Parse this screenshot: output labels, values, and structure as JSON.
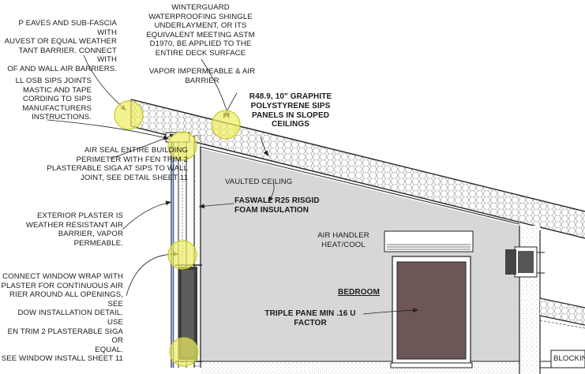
{
  "notes": {
    "eaves": "P EAVES AND SUB-FASCIA WITH\nAUVEST OR EQUAL WEATHER\nTANT BARRIER.  CONNECT WITH\nOF AND WALL AIR BARRIERS.",
    "osb": "LL OSB SIPS JOINTS\nMASTIC AND TAPE\nCORDING TO SIPS\nMANUFACTURERS\nINSTRUCTIONS.",
    "air_seal": "AIR SEAL ENTIRE BUILDING\nPERIMETER WITH FEN TRIM 2\nPLASTERABLE SIGA AT SIPS TO WALL\nJOINT, SEE DETAIL SHEET 11",
    "plaster": "EXTERIOR PLASTER IS\nWEATHER RESISTANT AIR\nBARRIER, VAPOR\nPERMEABLE.",
    "window_wrap": "CONNECT WINDOW WRAP WITH\nPLASTER FOR CONTINUOUS AIR\nRIER AROUND ALL OPENINGS, SEE\nDOW INSTALLATION DETAIL. USE\nEN TRIM 2 PLASTERABLE SIGA OR\nEQUAL.\nSEE WINDOW INSTALL SHEET 11",
    "underlayment": "WINTERGUARD\nWATERPROOFING SHINGLE\nUNDERLAYMENT, OR ITS\nEQUIVALENT MEETING ASTM\nD1970, BE APPLIED TO THE\nENTIRE DECK SURFACE",
    "vapor": "VAPOR IMPERMEABLE & AIR\nBARRIER",
    "sips": "R48.9, 10\" GRAPHITE\nPOLYSTYRENE SIPS\nPANELS IN SLOPED\nCEILINGS",
    "vaulted": "VAULTED CEILING",
    "faswall": "FASWALL R25 RISGID\nFOAM INSULATION",
    "air_handler": "AIR HANDLER\nHEAT/COOL",
    "bedroom": "BEDROOM",
    "triple_pane": "TRIPLE PANE MIN .16 U\nFACTOR",
    "blocking": "BLOCKIN"
  },
  "colors": {
    "wall_fill": "#d7d7d7",
    "highlight": "#ecec60",
    "sip_hatch": "#8f8f8f",
    "window_glass": "#6f5656",
    "frame_dark": "#3c3c3c",
    "membrane_blue": "#3a56c8"
  }
}
